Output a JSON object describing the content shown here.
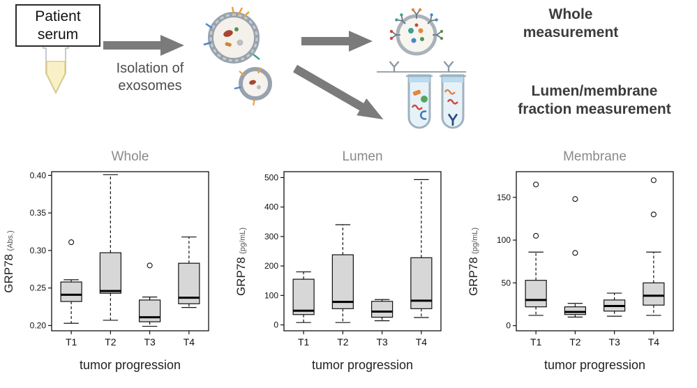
{
  "diagram": {
    "patient_serum_label": "Patient serum",
    "isolation_label": "Isolation of exosomes",
    "whole_measurement_label": "Whole measurement",
    "fraction_measurement_label": "Lumen/membrane fraction measurement"
  },
  "colors": {
    "arrow_gray": "#7b7b7b",
    "box_fill": "#d7d7d7",
    "title_gray": "#8a8a8a",
    "exosome_rim": "#98a2ad",
    "tube_liquid_blue": "#b9dcee"
  },
  "chart_data": [
    {
      "type": "boxplot",
      "title": "Whole",
      "ylabel": "GRP78",
      "ylabel_unit": "(Abs.)",
      "xlabel": "tumor progression",
      "categories": [
        "T1",
        "T2",
        "T3",
        "T4"
      ],
      "ylim": [
        0.193,
        0.405
      ],
      "yticks": [
        0.2,
        0.25,
        0.3,
        0.35,
        0.4
      ],
      "ytick_labels": [
        "0.20",
        "0.25",
        "0.30",
        "0.35",
        "0.40"
      ],
      "boxes": [
        {
          "category": "T1",
          "whisker_low": 0.203,
          "q1": 0.232,
          "median": 0.241,
          "q3": 0.258,
          "whisker_high": 0.261,
          "outliers": [
            0.311
          ]
        },
        {
          "category": "T2",
          "whisker_low": 0.207,
          "q1": 0.243,
          "median": 0.246,
          "q3": 0.297,
          "whisker_high": 0.401,
          "outliers": []
        },
        {
          "category": "T3",
          "whisker_low": 0.199,
          "q1": 0.205,
          "median": 0.211,
          "q3": 0.234,
          "whisker_high": 0.238,
          "outliers": [
            0.28
          ]
        },
        {
          "category": "T4",
          "whisker_low": 0.224,
          "q1": 0.229,
          "median": 0.237,
          "q3": 0.283,
          "whisker_high": 0.318,
          "outliers": []
        }
      ]
    },
    {
      "type": "boxplot",
      "title": "Lumen",
      "ylabel": "GRP78",
      "ylabel_unit": "(pg/mL)",
      "xlabel": "tumor progression",
      "categories": [
        "T1",
        "T2",
        "T3",
        "T4"
      ],
      "ylim": [
        -20,
        520
      ],
      "yticks": [
        0,
        100,
        200,
        300,
        400,
        500
      ],
      "ytick_labels": [
        "0",
        "100",
        "200",
        "300",
        "400",
        "500"
      ],
      "boxes": [
        {
          "category": "T1",
          "whisker_low": 8,
          "q1": 35,
          "median": 48,
          "q3": 155,
          "whisker_high": 180,
          "outliers": []
        },
        {
          "category": "T2",
          "whisker_low": 8,
          "q1": 55,
          "median": 78,
          "q3": 238,
          "whisker_high": 340,
          "outliers": []
        },
        {
          "category": "T3",
          "whisker_low": 14,
          "q1": 26,
          "median": 45,
          "q3": 80,
          "whisker_high": 86,
          "outliers": []
        },
        {
          "category": "T4",
          "whisker_low": 25,
          "q1": 55,
          "median": 82,
          "q3": 228,
          "whisker_high": 493,
          "outliers": []
        }
      ]
    },
    {
      "type": "boxplot",
      "title": "Membrane",
      "ylabel": "GRP78",
      "ylabel_unit": "(pg/mL)",
      "xlabel": "tumor progression",
      "categories": [
        "T1",
        "T2",
        "T3",
        "T4"
      ],
      "ylim": [
        -6,
        180
      ],
      "yticks": [
        0,
        50,
        100,
        150
      ],
      "ytick_labels": [
        "0",
        "50",
        "100",
        "150"
      ],
      "boxes": [
        {
          "category": "T1",
          "whisker_low": 12,
          "q1": 22,
          "median": 30,
          "q3": 53,
          "whisker_high": 86,
          "outliers": [
            105,
            165
          ]
        },
        {
          "category": "T2",
          "whisker_low": 10,
          "q1": 13,
          "median": 16,
          "q3": 22,
          "whisker_high": 26,
          "outliers": [
            85,
            148
          ]
        },
        {
          "category": "T3",
          "whisker_low": 11,
          "q1": 17,
          "median": 23,
          "q3": 30,
          "whisker_high": 38,
          "outliers": []
        },
        {
          "category": "T4",
          "whisker_low": 12,
          "q1": 24,
          "median": 35,
          "q3": 50,
          "whisker_high": 86,
          "outliers": [
            130,
            170
          ]
        }
      ]
    }
  ]
}
